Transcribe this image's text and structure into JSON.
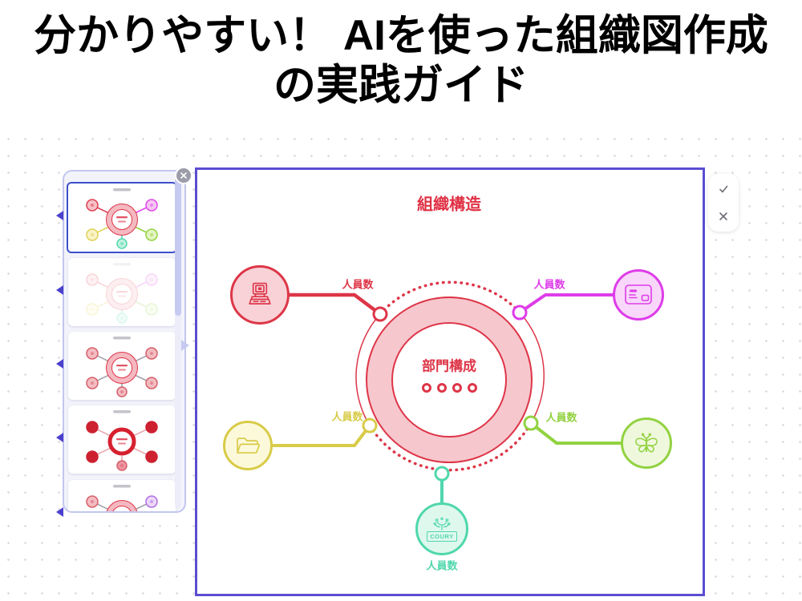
{
  "page": {
    "title": "分かりやすい！ AIを使った組織図作成の実践ガイド"
  },
  "editor": {
    "sidebar": {
      "close_icon": "x-icon",
      "expand_icon": "chevron-right-icon",
      "thumbnails": [
        {
          "name": "slide-1",
          "selected": true,
          "opacity": 1,
          "line_colors": [
            "#e04055",
            "#df49e8",
            "#ded254",
            "#94d344",
            "#54d9b0"
          ],
          "node_fills": [
            "#f6c2c8",
            "#f6c6f2",
            "#faf3c8",
            "#e4f4c2",
            "#bff2df"
          ],
          "node_strokes": [
            "#e04055",
            "#df49e8",
            "#ded254",
            "#94d344",
            "#54d9b0"
          ],
          "ring_band": "#f4b8c0",
          "ring_edge": "#dd3648",
          "ring_thick": false,
          "center_color": "#dd3648"
        },
        {
          "name": "slide-2",
          "selected": false,
          "opacity": 0.22,
          "line_colors": [
            "#e04055",
            "#df49e8",
            "#ded254",
            "#94d344",
            "#54d9b0"
          ],
          "node_fills": [
            "#f6c2c8",
            "#f6c6f2",
            "#faf3c8",
            "#e4f4c2",
            "#bff2df"
          ],
          "node_strokes": [
            "#e04055",
            "#df49e8",
            "#ded254",
            "#94d344",
            "#54d9b0"
          ],
          "ring_band": "#f4b8c0",
          "ring_edge": "#dd3648",
          "ring_thick": false,
          "center_color": "#dd3648"
        },
        {
          "name": "slide-3",
          "selected": false,
          "opacity": 1,
          "line_colors": [
            "#a3a3ab",
            "#a3a3ab",
            "#a3a3ab",
            "#a3a3ab",
            "#a3a3ab"
          ],
          "node_fills": [
            "#f3bcc1",
            "#f3bcc1",
            "#f3bcc1",
            "#f3bcc1",
            "#f3bcc1"
          ],
          "node_strokes": [
            "#d6606b",
            "#d6606b",
            "#d6606b",
            "#d6606b",
            "#d6606b"
          ],
          "ring_band": "#f4b8c0",
          "ring_edge": "#dd3648",
          "ring_thick": false,
          "center_color": "#dd3648"
        },
        {
          "name": "slide-4",
          "selected": false,
          "opacity": 1,
          "line_colors": [
            "#e8a9af",
            "#e8a9af",
            "#e8a9af",
            "#e8a9af",
            "#e8a9af"
          ],
          "node_fills": [
            "#cd2130",
            "#cd2130",
            "#cd2130",
            "#cd2130",
            "#ef93a0"
          ],
          "node_strokes": [
            "#cd2130",
            "#cd2130",
            "#cd2130",
            "#cd2130",
            "#d6606b"
          ],
          "ring_band": "#ffffff",
          "ring_edge": "#d6212f",
          "ring_thick": true,
          "center_color": "#dd3648"
        },
        {
          "name": "slide-5",
          "selected": false,
          "opacity": 1,
          "line_colors": [
            "#a3a3ab",
            "#a3a3ab",
            "#a3a3ab",
            "#a3a3ab",
            "#a3a3ab"
          ],
          "node_fills": [
            "#f3bcc1",
            "#ecd8fa",
            "#f3bcc1",
            "#f3bcc1",
            "#f3bcc1"
          ],
          "node_strokes": [
            "#d6606b",
            "#b06fe0",
            "#d6606b",
            "#d6606b",
            "#d6606b"
          ],
          "ring_band": "#f4b8c0",
          "ring_edge": "#dd3648",
          "ring_thick": false,
          "center_color": "#dd3648"
        }
      ]
    },
    "canvas": {
      "title": "組織構造",
      "title_color": "#e03044",
      "border_color": "#5b4ed1",
      "hub": {
        "label": "部門構成",
        "dot_count": 4,
        "color": "#dd3648",
        "band_fill": "#f7c7ce"
      },
      "nodes": [
        {
          "id": "robot",
          "icon": "robot-icon",
          "label": "人員数",
          "color": "#dd3648",
          "fill": "#f8d2d7"
        },
        {
          "id": "card",
          "icon": "card-icon",
          "label": "人員数",
          "color": "#de3ce9",
          "fill": "#f8d7fa"
        },
        {
          "id": "folder",
          "icon": "folder-icon",
          "label": "人員数",
          "color": "#d8cb48",
          "fill": "#fcf9db"
        },
        {
          "id": "butterfly",
          "icon": "butterfly-icon",
          "label": "人員数",
          "color": "#92d241",
          "fill": "#eff8dd"
        },
        {
          "id": "sign",
          "icon": "sign-icon",
          "label": "人員数",
          "color": "#50d7ac",
          "fill": "#def8ee",
          "icon_text": "COURY"
        }
      ]
    },
    "actions": {
      "confirm_icon": "check-icon",
      "cancel_icon": "x-icon"
    }
  }
}
